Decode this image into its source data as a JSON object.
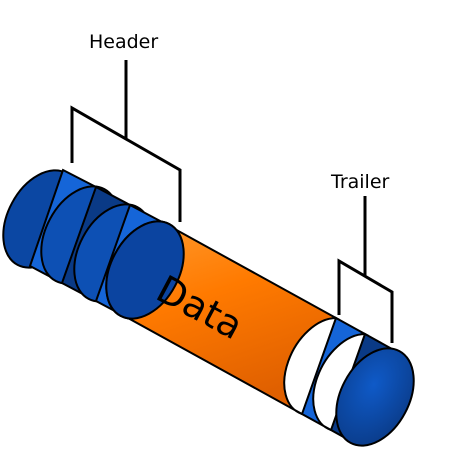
{
  "labels": {
    "header": "Header",
    "trailer": "Trailer",
    "data": "Data"
  },
  "colors": {
    "blue_light": "#1565d8",
    "blue_mid": "#0d50b4",
    "blue_dark": "#0a3a86",
    "orange_light": "#ff9a2e",
    "orange_mid": "#ff7a00",
    "orange_dark": "#e06000",
    "outline": "#000000"
  }
}
